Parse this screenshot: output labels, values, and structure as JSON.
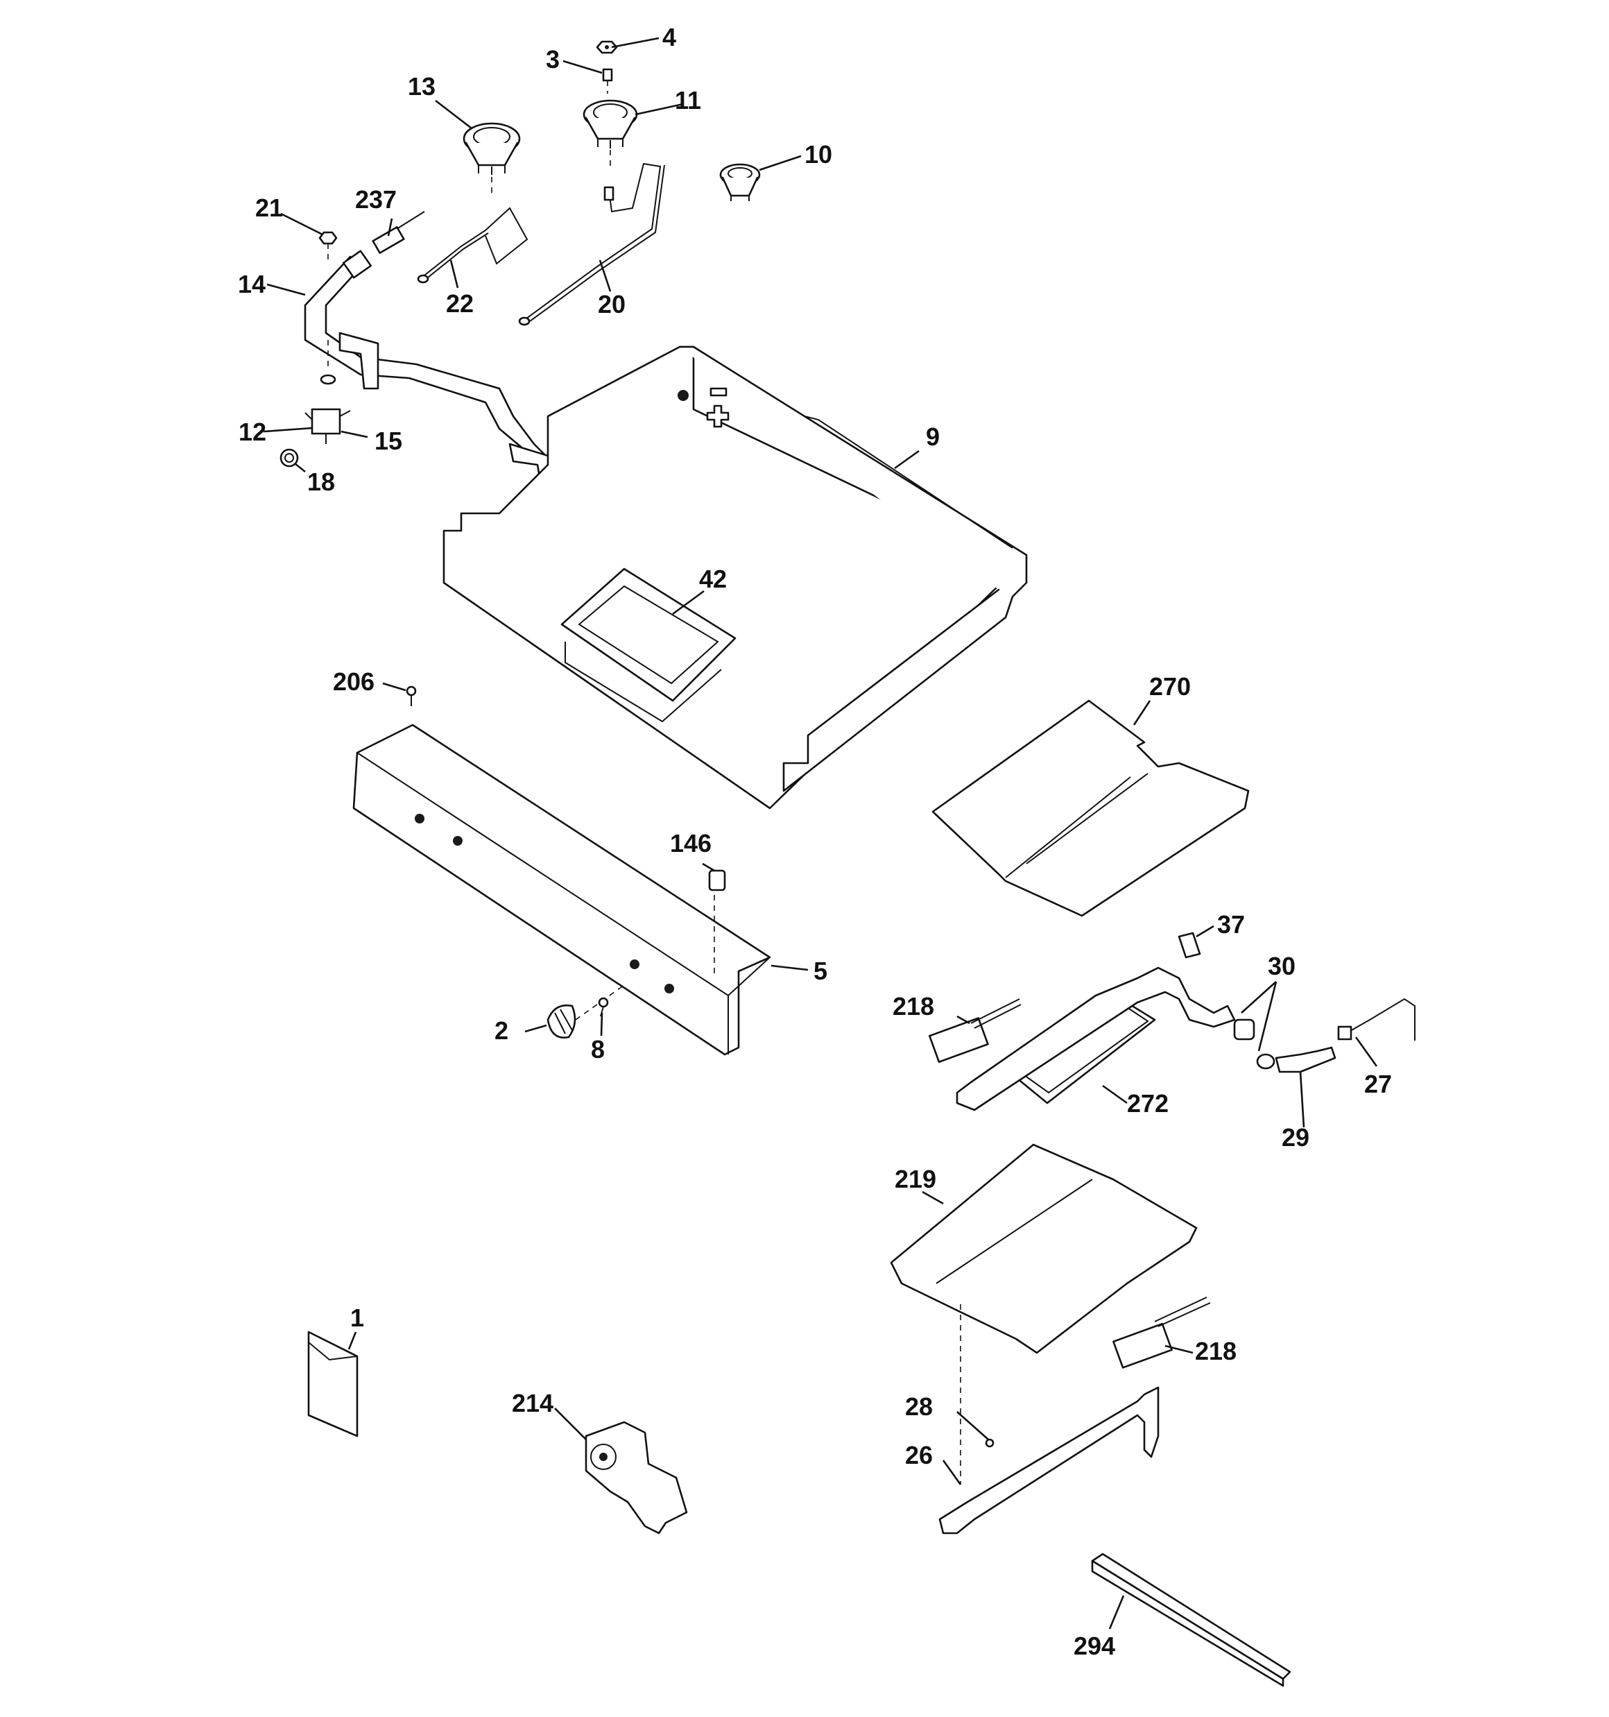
{
  "diagram": {
    "callouts": [
      {
        "id": "c1",
        "label": "1"
      },
      {
        "id": "c2",
        "label": "2"
      },
      {
        "id": "c3",
        "label": "3"
      },
      {
        "id": "c4",
        "label": "4"
      },
      {
        "id": "c5",
        "label": "5"
      },
      {
        "id": "c8",
        "label": "8"
      },
      {
        "id": "c9",
        "label": "9"
      },
      {
        "id": "c10",
        "label": "10"
      },
      {
        "id": "c11",
        "label": "11"
      },
      {
        "id": "c12",
        "label": "12"
      },
      {
        "id": "c13",
        "label": "13"
      },
      {
        "id": "c14",
        "label": "14"
      },
      {
        "id": "c15",
        "label": "15"
      },
      {
        "id": "c18",
        "label": "18"
      },
      {
        "id": "c20",
        "label": "20"
      },
      {
        "id": "c21",
        "label": "21"
      },
      {
        "id": "c22",
        "label": "22"
      },
      {
        "id": "c26",
        "label": "26"
      },
      {
        "id": "c27",
        "label": "27"
      },
      {
        "id": "c28",
        "label": "28"
      },
      {
        "id": "c29",
        "label": "29"
      },
      {
        "id": "c30",
        "label": "30"
      },
      {
        "id": "c37",
        "label": "37"
      },
      {
        "id": "c42",
        "label": "42"
      },
      {
        "id": "c146",
        "label": "146"
      },
      {
        "id": "c206",
        "label": "206"
      },
      {
        "id": "c214",
        "label": "214"
      },
      {
        "id": "c218a",
        "label": "218"
      },
      {
        "id": "c218b",
        "label": "218"
      },
      {
        "id": "c219",
        "label": "219"
      },
      {
        "id": "c237",
        "label": "237"
      },
      {
        "id": "c270",
        "label": "270"
      },
      {
        "id": "c272",
        "label": "272"
      },
      {
        "id": "c294",
        "label": "294"
      }
    ]
  }
}
